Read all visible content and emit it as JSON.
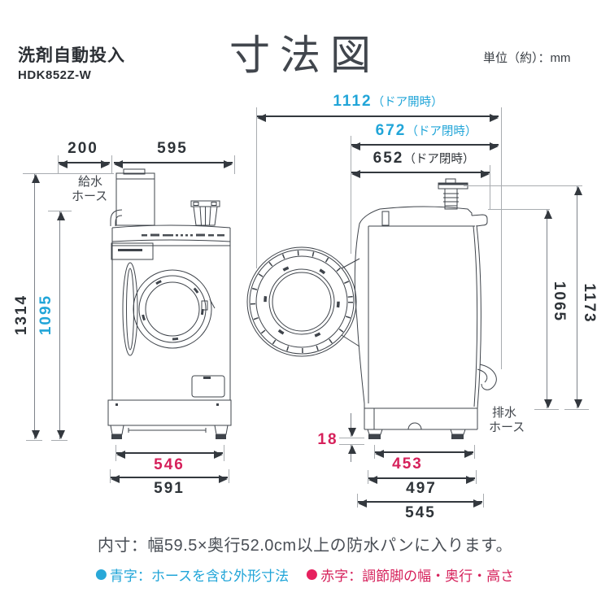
{
  "header": {
    "product_name": "洗剤自動投入",
    "model": "HDK852Z-W",
    "title": "寸法図",
    "unit_label": "単位（約）：mm"
  },
  "colors": {
    "blue": "#21a5d8",
    "red": "#d6215b",
    "line_art": "#3f444b"
  },
  "dims": {
    "door_open_depth": {
      "value": "1112",
      "suffix": "（ドア開時）"
    },
    "door_closed_depth_hose": {
      "value": "672",
      "suffix": "（ドア閉時）"
    },
    "door_closed_depth": {
      "value": "652",
      "suffix": "（ドア閉時）"
    },
    "hose_width": {
      "value": "200"
    },
    "body_width": {
      "value": "595"
    },
    "total_height": {
      "value": "1314"
    },
    "hose_height": {
      "value": "1095"
    },
    "feet_width": {
      "value": "546"
    },
    "base_width": {
      "value": "591"
    },
    "feet_height": {
      "value": "18"
    },
    "feet_depth": {
      "value": "453"
    },
    "base_depth": {
      "value": "497"
    },
    "bottom_depth": {
      "value": "545"
    },
    "body_height": {
      "value": "1065"
    },
    "faucet_height": {
      "value": "1173"
    }
  },
  "annotations": {
    "supply_hose_line1": "給水",
    "supply_hose_line2": "ホース",
    "drain_hose_line1": "排水",
    "drain_hose_line2": "ホース"
  },
  "footer": {
    "note": "内寸：幅59.5×奥行52.0cm以上の防水パンに入ります。",
    "legend_blue": "青字：ホースを含む外形寸法",
    "legend_red": "赤字：調節脚の幅・奥行・高さ"
  }
}
